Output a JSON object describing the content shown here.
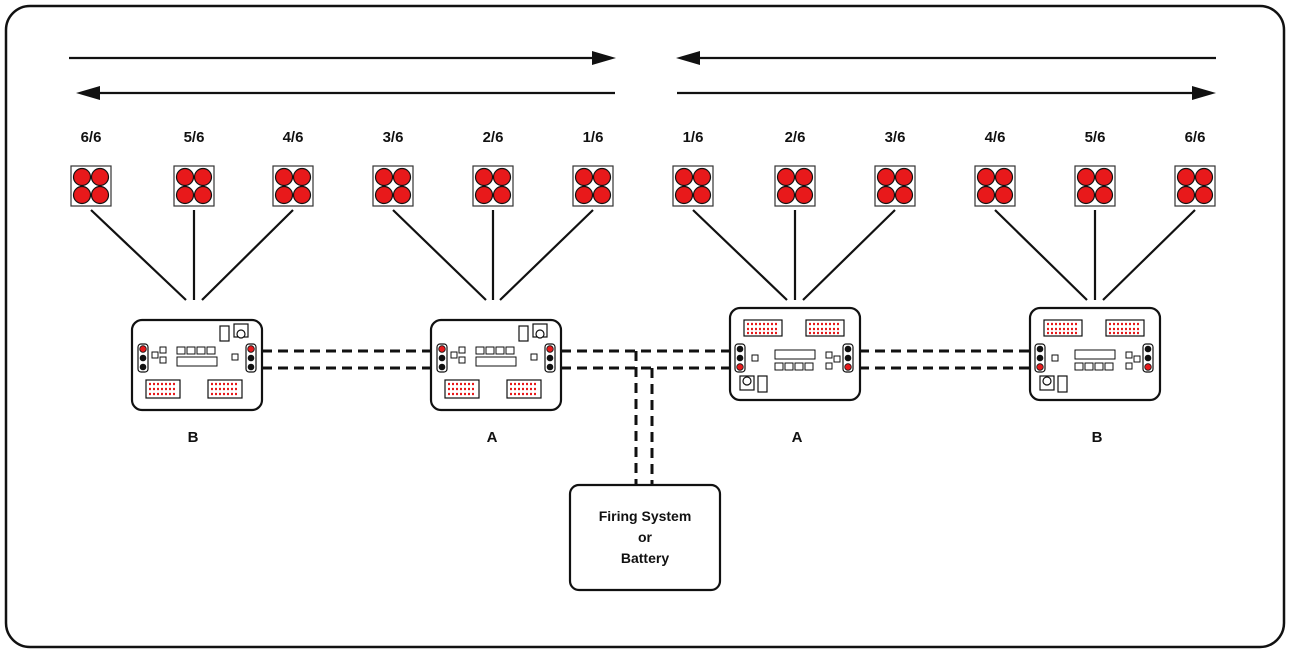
{
  "title": "",
  "panel_labels": {
    "left": [
      "6/6",
      "5/6",
      "4/6",
      "3/6",
      "2/6",
      "1/6"
    ],
    "right": [
      "1/6",
      "2/6",
      "3/6",
      "4/6",
      "5/6",
      "6/6"
    ]
  },
  "modules": {
    "left_b": "B",
    "left_a": "A",
    "right_a": "A",
    "right_b": "B"
  },
  "source": {
    "line1": "Firing System",
    "line2": "or",
    "line3": "Battery"
  },
  "colors": {
    "cue": "#e8191b",
    "line": "#111111",
    "background": "#ffffff"
  }
}
